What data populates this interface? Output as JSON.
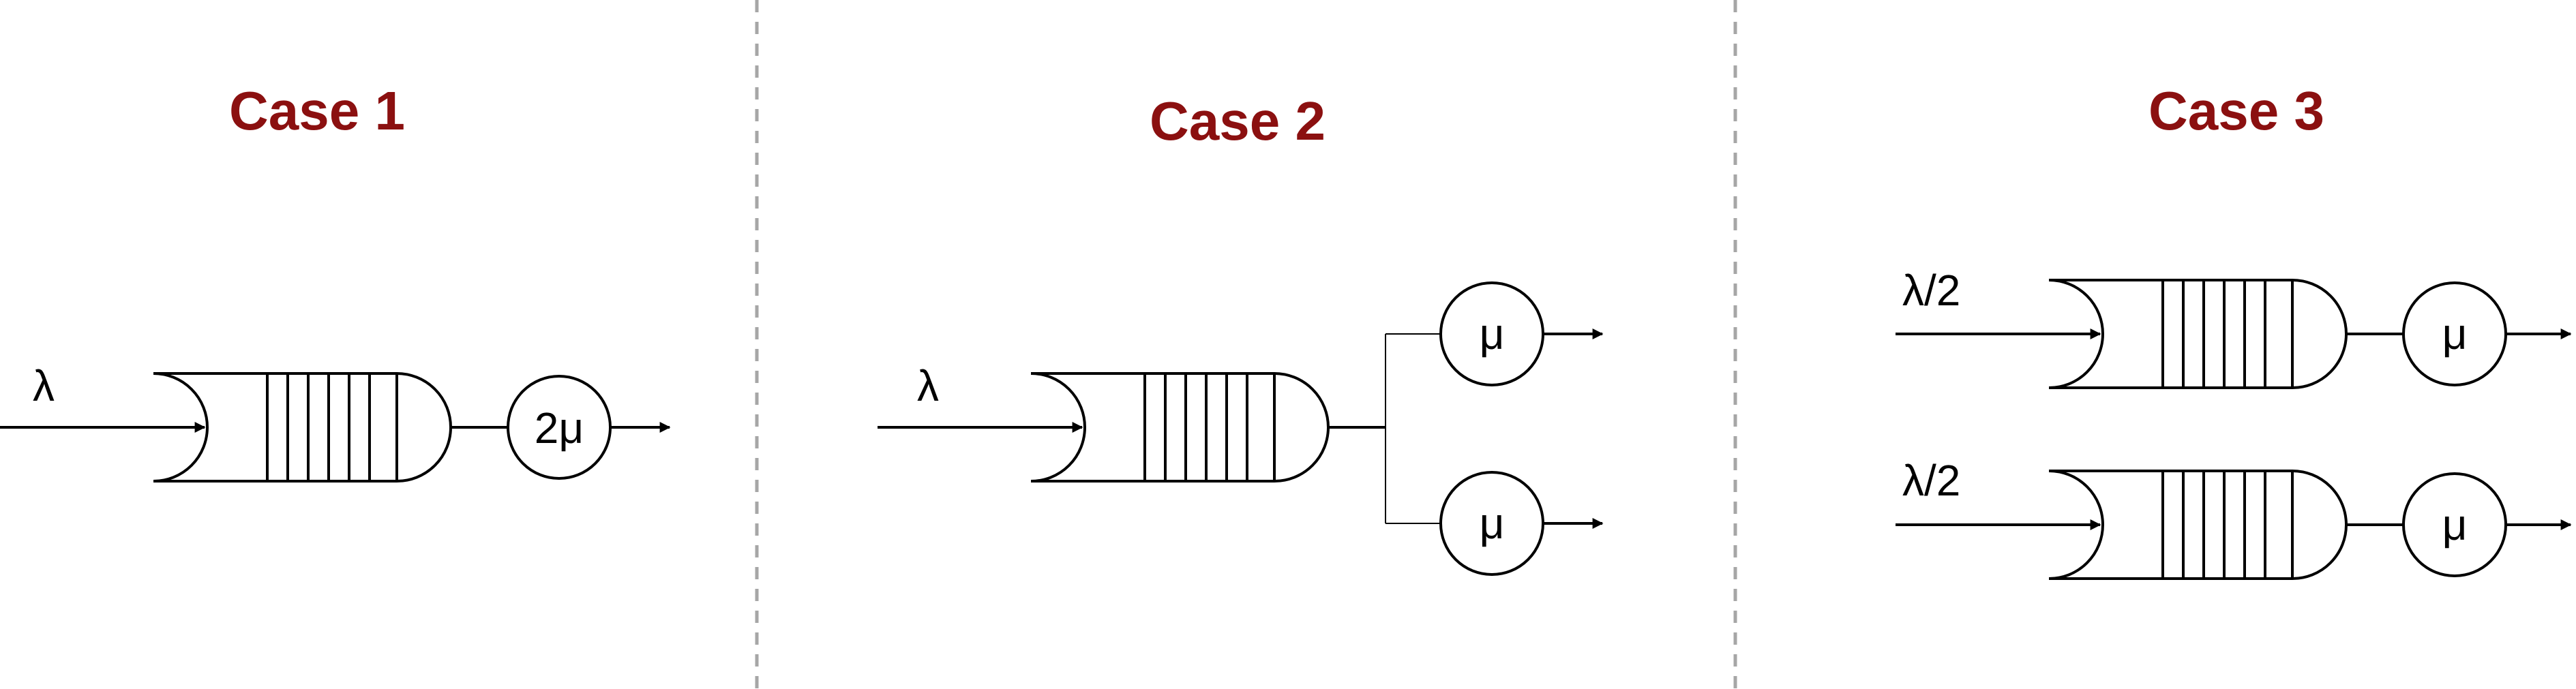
{
  "colors": {
    "title": "#8b1010",
    "line": "#000000",
    "divider": "#a6a6a6"
  },
  "cases": [
    {
      "title": "Case 1",
      "arrival_label": "λ",
      "server_label": "2μ"
    },
    {
      "title": "Case 2",
      "arrival_label": "λ",
      "server_labels": [
        "μ",
        "μ"
      ]
    },
    {
      "title": "Case 3",
      "arrival_labels": [
        "λ/2",
        "λ/2"
      ],
      "server_labels": [
        "μ",
        "μ"
      ]
    }
  ]
}
